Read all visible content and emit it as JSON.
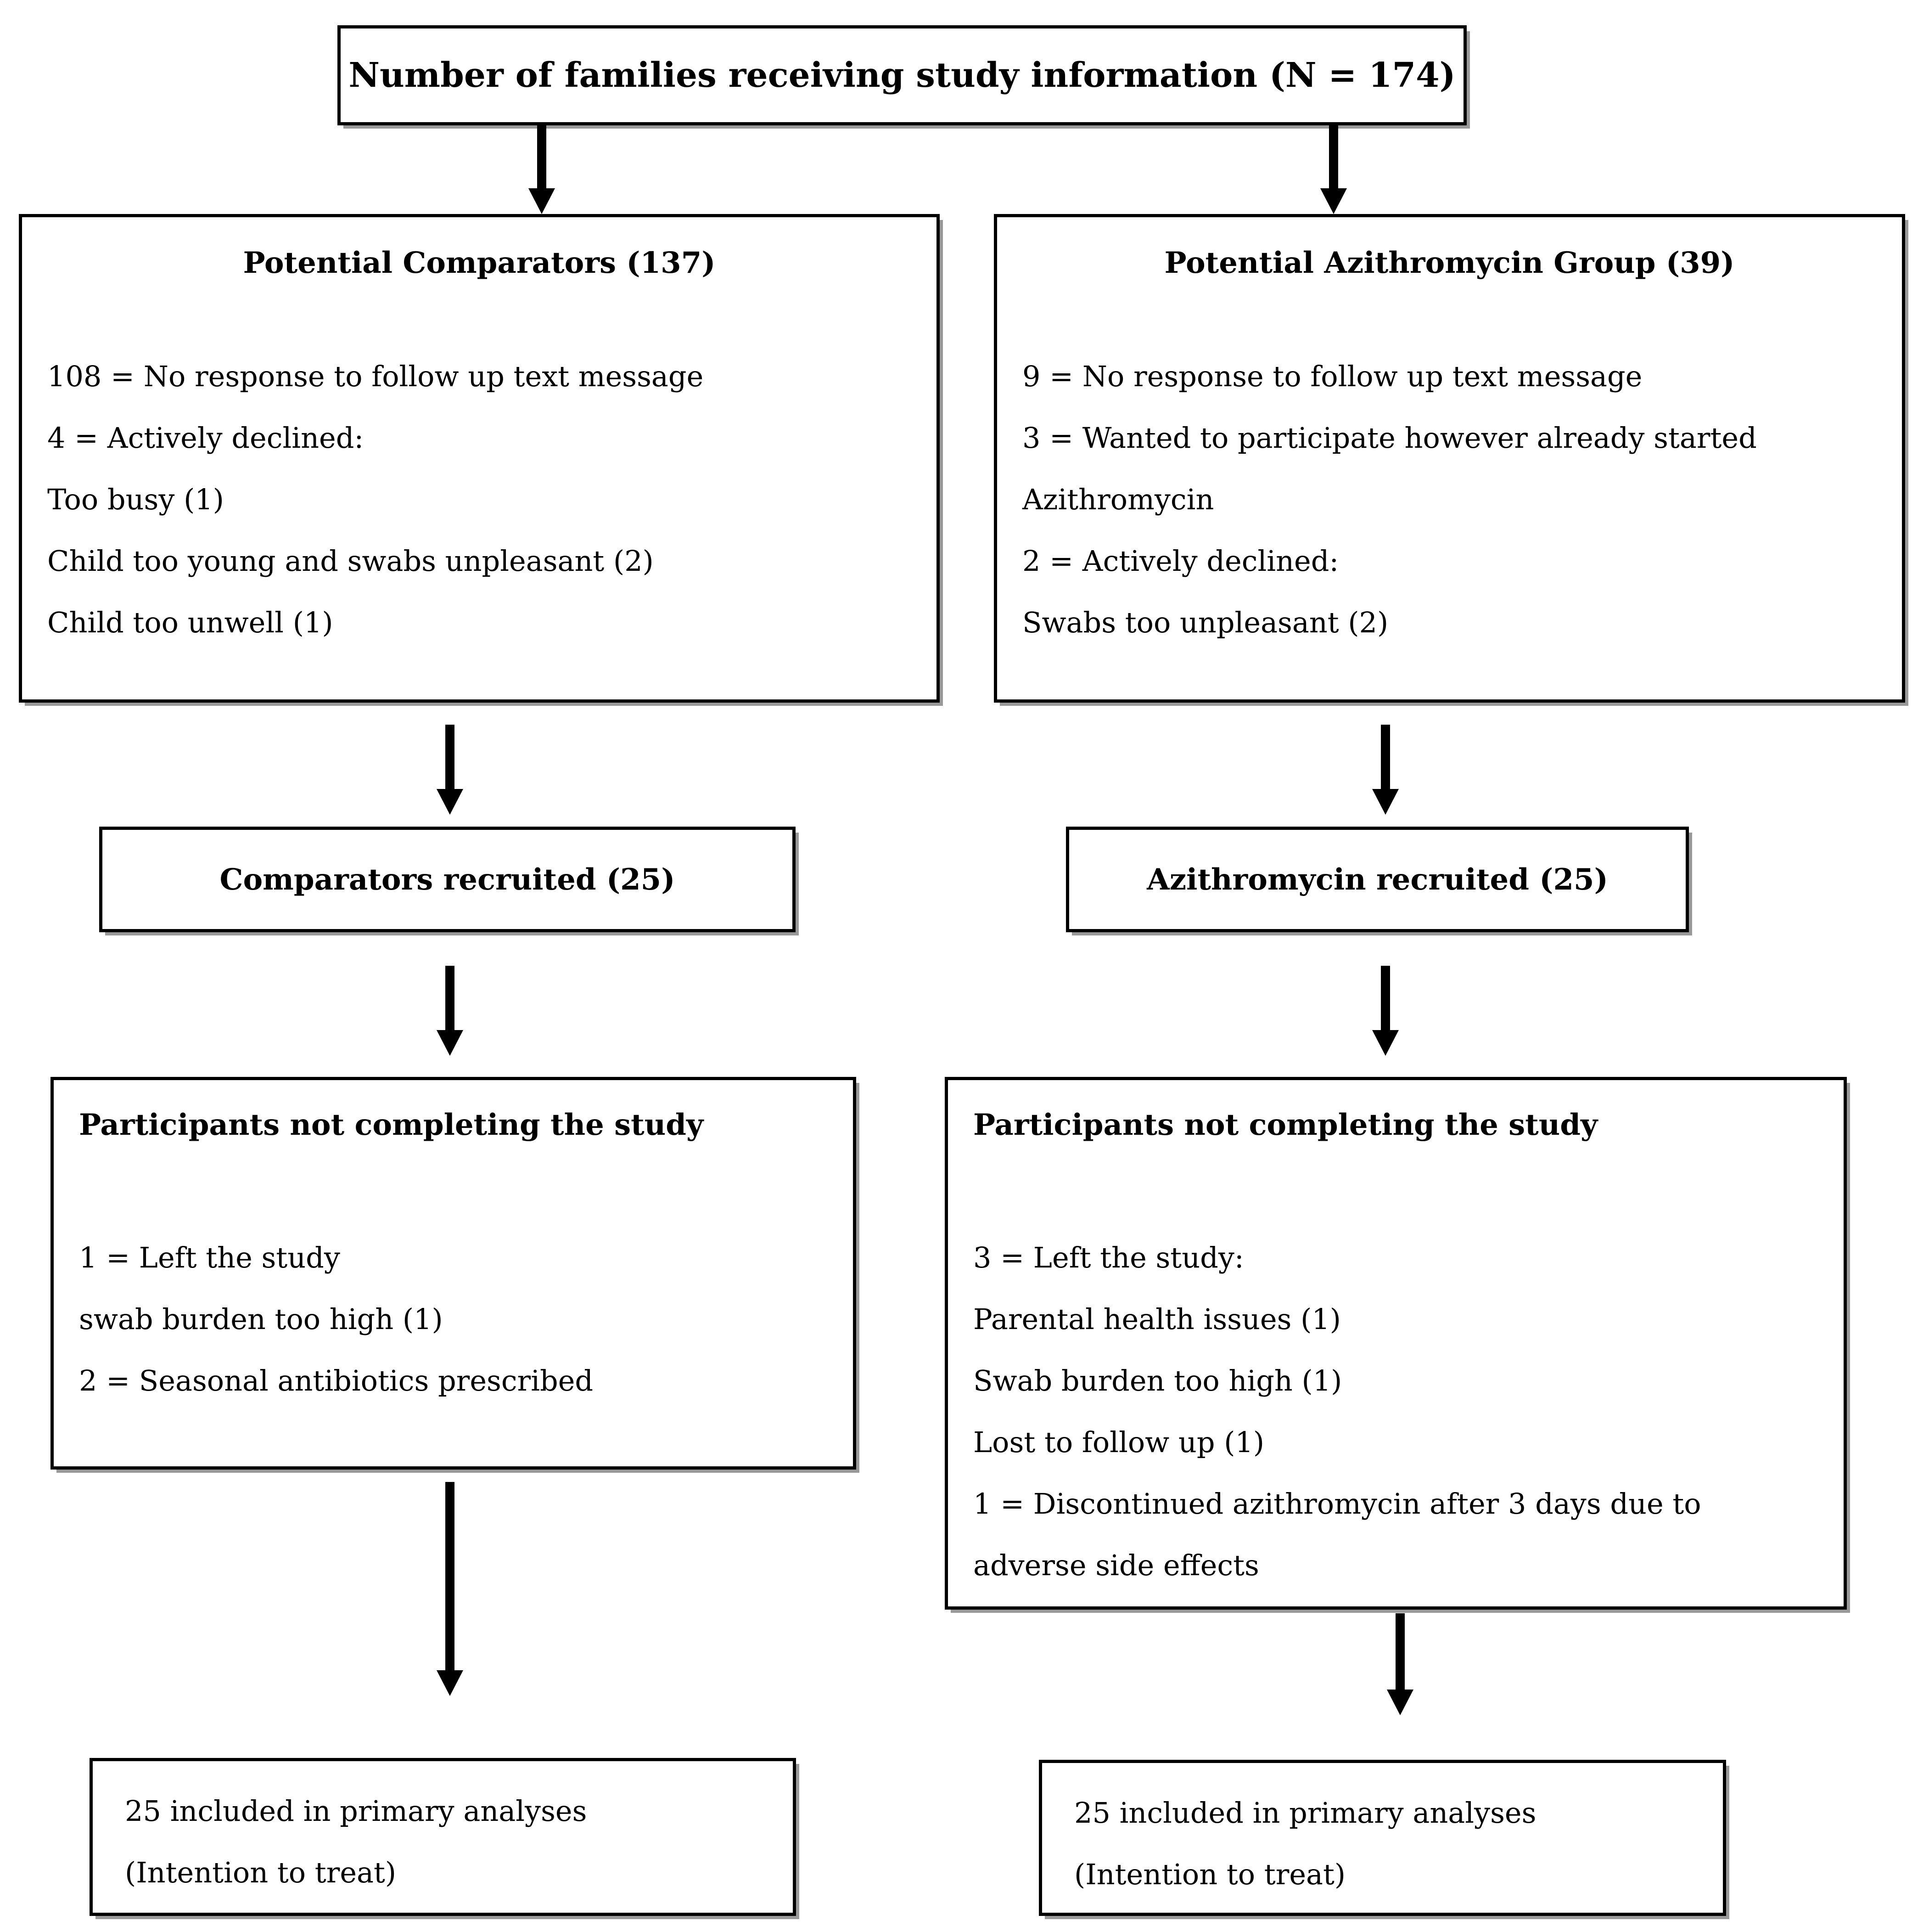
{
  "flow": {
    "top": {
      "label": "Number of families receiving study information (N = 174)"
    },
    "comparators": {
      "title": "Potential Comparators (137)",
      "lines": [
        "108 = No response to follow up text message",
        "4 = Actively declined:",
        "Too busy (1)",
        "Child too young and swabs unpleasant (2)",
        "Child too unwell (1)"
      ]
    },
    "azithromycin": {
      "title": "Potential Azithromycin Group (39)",
      "lines": [
        "9 = No response to follow up text message",
        "3 = Wanted to participate however already started",
        "Azithromycin",
        "2 = Actively declined:",
        "Swabs too unpleasant (2)"
      ]
    },
    "comparators_recruited": {
      "label": "Comparators recruited (25)"
    },
    "azithromycin_recruited": {
      "label": "Azithromycin recruited (25)"
    },
    "comparators_dropout": {
      "title": "Participants not completing the study",
      "lines": [
        "1 = Left the study",
        "swab burden too high (1)",
        "2 = Seasonal antibiotics prescribed"
      ]
    },
    "azithromycin_dropout": {
      "title": "Participants not completing the study",
      "lines": [
        "3 = Left the study:",
        "Parental health issues (1)",
        "Swab burden too high (1)",
        "Lost to follow up (1)",
        "1 = Discontinued azithromycin after 3 days due to",
        "adverse side effects"
      ]
    },
    "comparators_itt": {
      "lines": [
        "25 included in primary analyses",
        "(Intention to treat)"
      ]
    },
    "azithromycin_itt": {
      "lines": [
        "25 included in primary analyses",
        "(Intention to treat)"
      ]
    }
  },
  "colors": {
    "ink": "#000000",
    "paper": "#ffffff",
    "shadow": "#999999"
  }
}
